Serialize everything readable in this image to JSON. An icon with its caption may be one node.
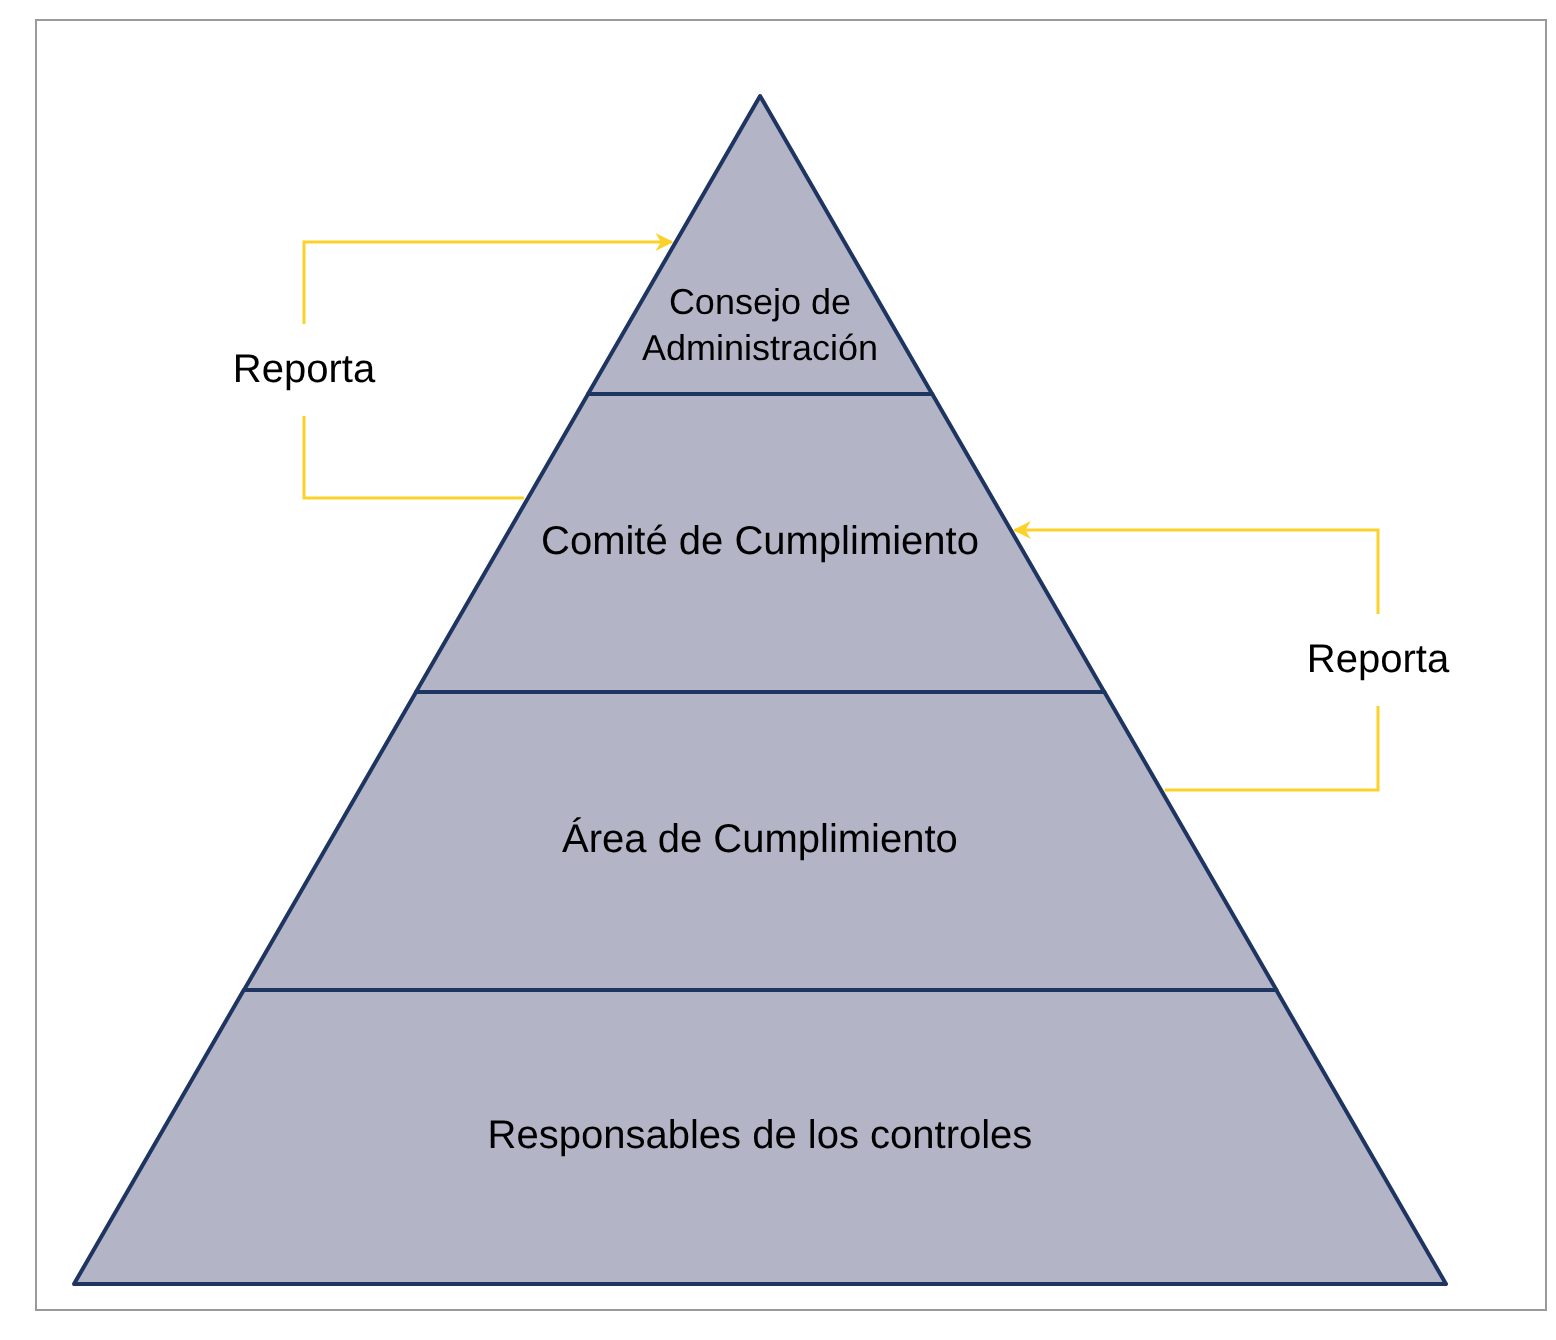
{
  "diagram": {
    "nodes": [
      {
        "text": [
          "Consejo de Administración"
        ]
      },
      {
        "text": [
          "Comité de Cumplimiento"
        ]
      },
      {
        "text": [
          "Área de Cumplimiento"
        ]
      },
      {
        "text": [
          "Responsables de los controles"
        ]
      }
    ],
    "edges": [
      {
        "from": 1,
        "to": 0,
        "arrow": "to",
        "label": "Reporta",
        "color": "#fcd12a"
      },
      {
        "from": 2,
        "to": 1,
        "arrow": "to",
        "label": "Reporta",
        "color": "#fcd12a"
      }
    ]
  }
}
